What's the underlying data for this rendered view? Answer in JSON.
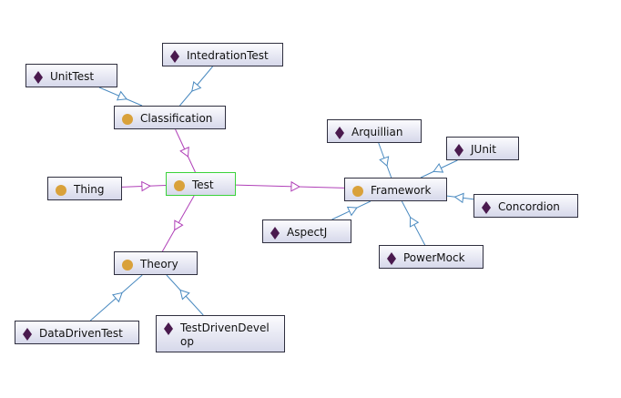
{
  "diagram": {
    "nodes": [
      {
        "id": "unittest",
        "label": "UnitTest",
        "kind": "individual",
        "icon": "diamond-icon"
      },
      {
        "id": "intedrationtest",
        "label": "IntedrationTest",
        "kind": "individual",
        "icon": "diamond-icon"
      },
      {
        "id": "classification",
        "label": "Classification",
        "kind": "class",
        "icon": "circle-icon"
      },
      {
        "id": "thing",
        "label": "Thing",
        "kind": "class",
        "icon": "circle-icon"
      },
      {
        "id": "test",
        "label": "Test",
        "kind": "class",
        "icon": "circle-icon",
        "selected": true
      },
      {
        "id": "theory",
        "label": "Theory",
        "kind": "class",
        "icon": "circle-icon"
      },
      {
        "id": "datadriventest",
        "label": "DataDrivenTest",
        "kind": "individual",
        "icon": "diamond-icon"
      },
      {
        "id": "testdrivendevelop",
        "label": "TestDrivenDevel\nop",
        "kind": "individual",
        "icon": "diamond-icon"
      },
      {
        "id": "framework",
        "label": "Framework",
        "kind": "class",
        "icon": "circle-icon"
      },
      {
        "id": "arquillian",
        "label": "Arquillian",
        "kind": "individual",
        "icon": "diamond-icon"
      },
      {
        "id": "junit",
        "label": "JUnit",
        "kind": "individual",
        "icon": "diamond-icon"
      },
      {
        "id": "concordion",
        "label": "Concordion",
        "kind": "individual",
        "icon": "diamond-icon"
      },
      {
        "id": "aspectj",
        "label": "AspectJ",
        "kind": "individual",
        "icon": "diamond-icon"
      },
      {
        "id": "powermock",
        "label": "PowerMock",
        "kind": "individual",
        "icon": "diamond-icon"
      }
    ],
    "edges": [
      {
        "from": "unittest",
        "to": "classification",
        "type": "instance"
      },
      {
        "from": "intedrationtest",
        "to": "classification",
        "type": "instance"
      },
      {
        "from": "classification",
        "to": "test",
        "type": "subclass"
      },
      {
        "from": "thing",
        "to": "test",
        "type": "subclass"
      },
      {
        "from": "test",
        "to": "framework",
        "type": "subclass"
      },
      {
        "from": "test",
        "to": "theory",
        "type": "subclass"
      },
      {
        "from": "datadriventest",
        "to": "theory",
        "type": "instance"
      },
      {
        "from": "testdrivendevelop",
        "to": "theory",
        "type": "instance"
      },
      {
        "from": "arquillian",
        "to": "framework",
        "type": "instance"
      },
      {
        "from": "junit",
        "to": "framework",
        "type": "instance"
      },
      {
        "from": "concordion",
        "to": "framework",
        "type": "instance"
      },
      {
        "from": "aspectj",
        "to": "framework",
        "type": "instance"
      },
      {
        "from": "powermock",
        "to": "framework",
        "type": "instance"
      }
    ],
    "colors": {
      "class_icon": "#d9a13a",
      "individual_icon": "#4a1a4e",
      "subclass_edge": "#b040b8",
      "instance_edge": "#4a8ac0",
      "selected_border": "#3bd23b",
      "node_border": "#2f2f3f"
    }
  }
}
